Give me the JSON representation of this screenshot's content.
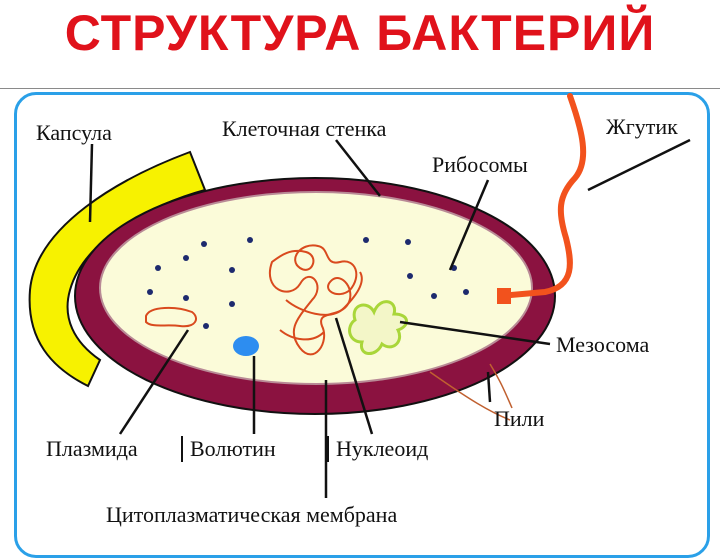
{
  "title": "СТРУКТУРА БАКТЕРИЙ",
  "labels": {
    "capsule": "Капсула",
    "cell_wall": "Клеточная стенка",
    "flagellum": "Жгутик",
    "ribosomes": "Рибосомы",
    "mesosome": "Мезосома",
    "pili": "Пили",
    "plasmid": "Плазмида",
    "volutin": "Волютин",
    "nucleoid": "Нуклеоид",
    "cytoplasmic_membrane": "Цитоплазматическая мембрана"
  },
  "colors": {
    "title": "#e0121b",
    "frame": "#2aa0e8",
    "capsule": "#f7f200",
    "cell_wall": "#8b1240",
    "cytoplasm": "#fbfbd9",
    "flagellum": "#f2521d",
    "nucleoid": "#d94a1e",
    "mesosome": "#a9d63a",
    "volutin": "#2d8df0",
    "ribosome": "#1d2a6e"
  }
}
